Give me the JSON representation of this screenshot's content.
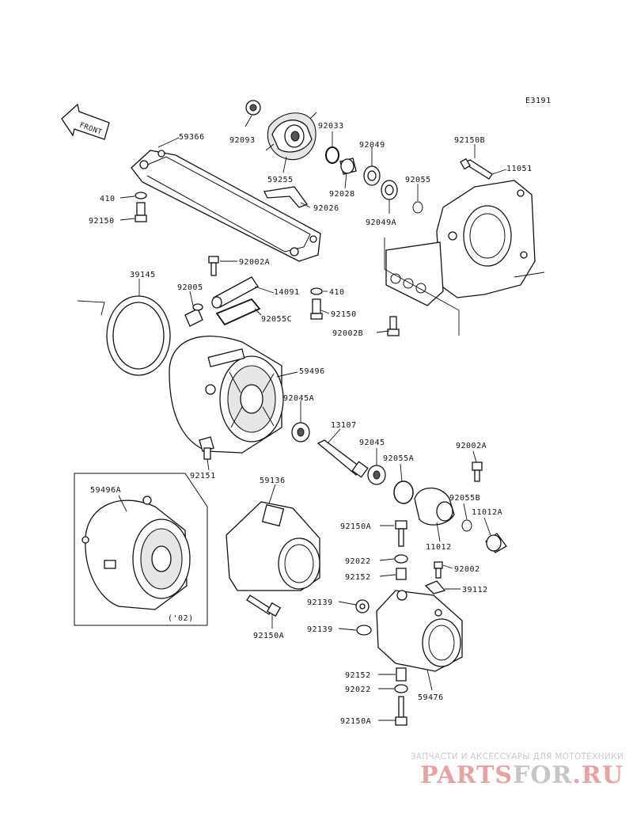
{
  "figure_code": "E3191",
  "front_label": "FRONT",
  "variant_note": "('02)",
  "parts": {
    "p59366": "59366",
    "p92093": "92093",
    "p59255": "59255",
    "p92033": "92033",
    "p92049": "92049",
    "p92028": "92028",
    "p92026": "92026",
    "p92049A": "92049A",
    "p92055": "92055",
    "p92150B": "92150B",
    "p11051": "11051",
    "p410a": "410",
    "p92150a": "92150",
    "p92002A_top": "92002A",
    "p39145": "39145",
    "p92005": "92005",
    "p14091": "14091",
    "p410b": "410",
    "p92055C": "92055C",
    "p92150b": "92150",
    "p92002B": "92002B",
    "p59496": "59496",
    "p92045A": "92045A",
    "p13107": "13107",
    "p92045": "92045",
    "p92055A": "92055A",
    "p92002A_right": "92002A",
    "p92151": "92151",
    "p59496A": "59496A",
    "p59136": "59136",
    "p92055B": "92055B",
    "p11012A": "11012A",
    "p92150A_a": "92150A",
    "p11012": "11012",
    "p92022a": "92022",
    "p92002": "92002",
    "p92152a": "92152",
    "p39112": "39112",
    "p92139a": "92139",
    "p92139b": "92139",
    "p92150A_b": "92150A",
    "p92152b": "92152",
    "p92022b": "92022",
    "p59476": "59476",
    "p92150A_c": "92150A"
  },
  "watermark": {
    "tagline": "ЗАПЧАСТИ И АКСЕССУАРЫ ДЛЯ МОТОТЕХНИКИ",
    "logo_part1": "PARTS",
    "logo_part2": "FOR",
    "logo_part3": ".RU"
  }
}
